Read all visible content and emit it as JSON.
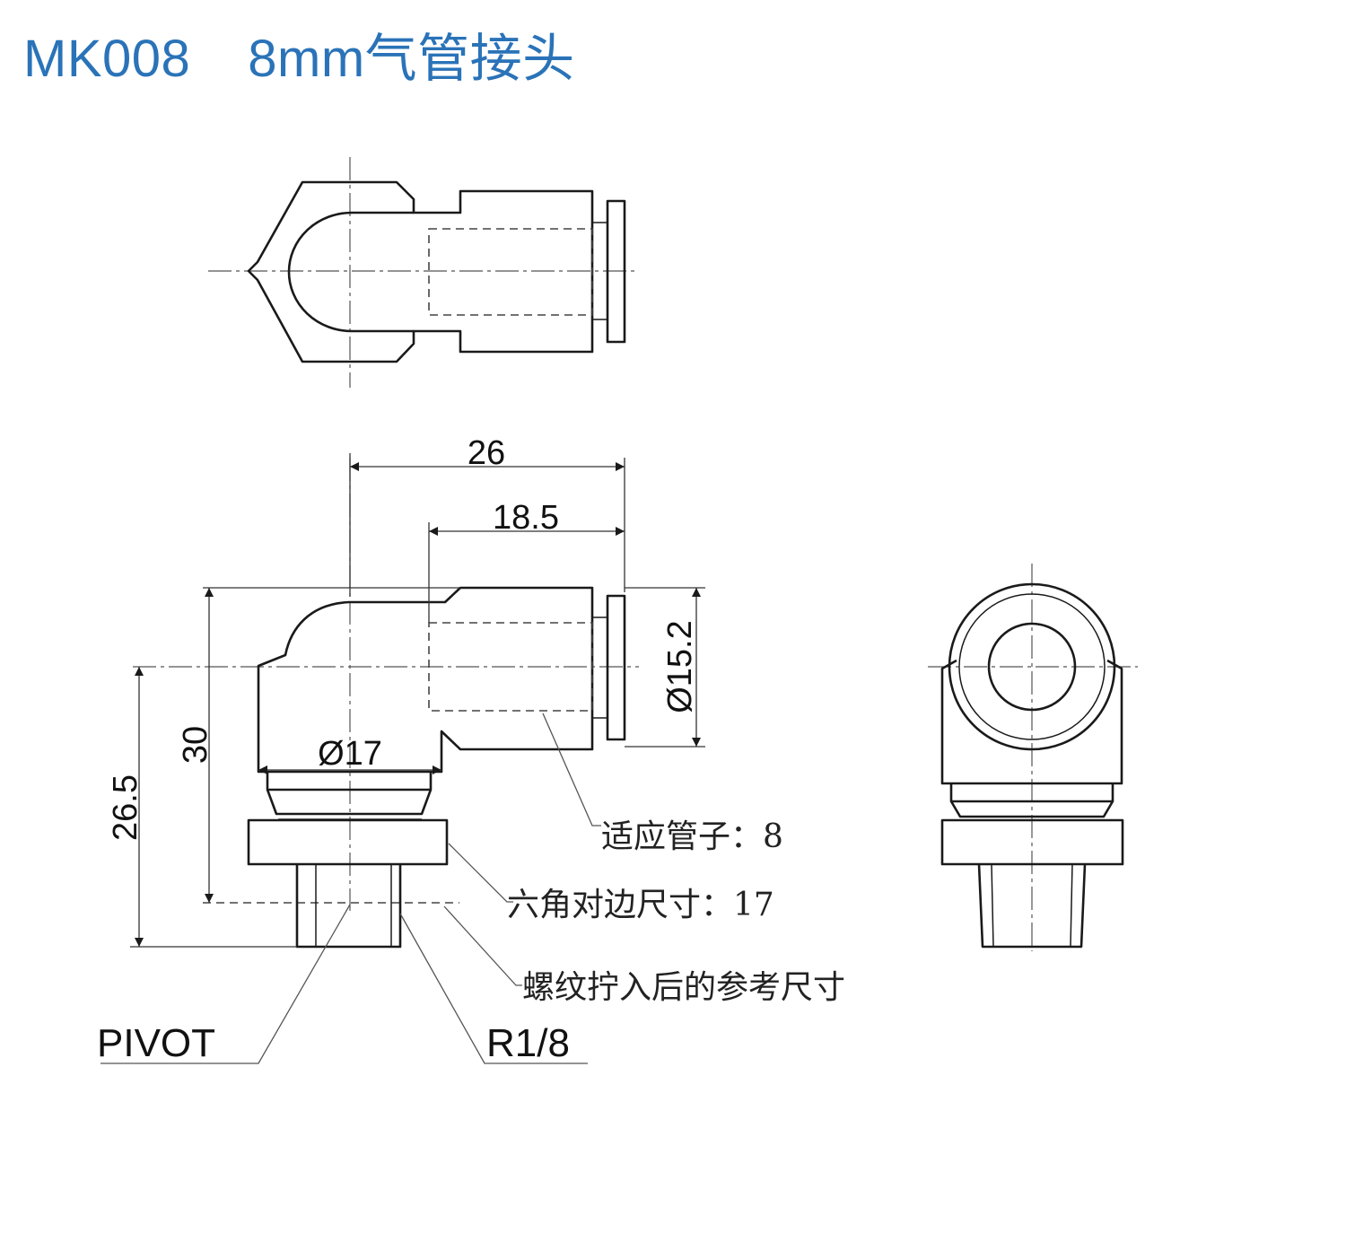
{
  "title": {
    "model": "MK008",
    "description": "8mm气管接头"
  },
  "dimensions": {
    "overall_length": "26",
    "tube_end_length": "18.5",
    "collet_diameter": "Ø15.2",
    "height": "30",
    "body_diameter": "Ø17",
    "height_to_thread": "26.5"
  },
  "labels": {
    "pivot": "PIVOT",
    "thread": "R1/8"
  },
  "notes": {
    "tube_size": "适应管子：8",
    "hex_size": "六角对边尺寸：17",
    "thread_reference": "螺纹拧入后的参考尺寸"
  }
}
